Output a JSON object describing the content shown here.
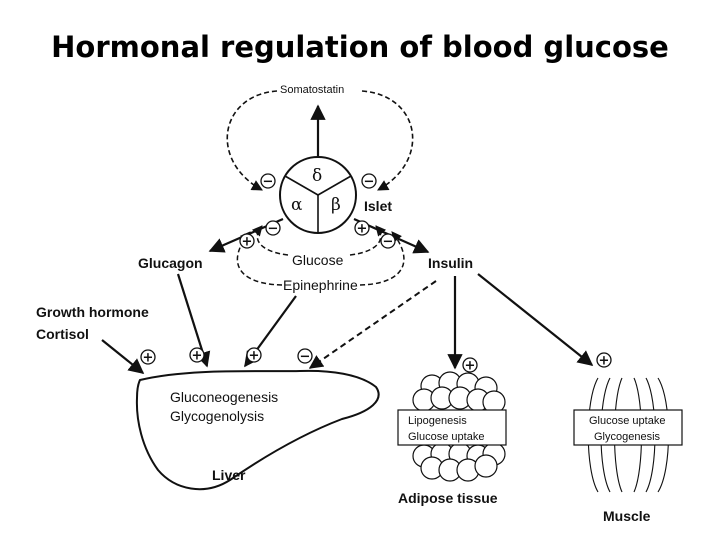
{
  "title": "Hormonal regulation of blood glucose",
  "islet": {
    "label": "Islet",
    "delta": "δ",
    "alpha": "α",
    "beta": "β"
  },
  "somatostatin": "Somatostatin",
  "glucagon": "Glucagon",
  "insulin": "Insulin",
  "glucose": "Glucose",
  "epinephrine": "Epinephrine",
  "growth_hormone": "Growth hormone",
  "cortisol": "Cortisol",
  "liver": {
    "label": "Liver",
    "line1": "Gluconeogenesis",
    "line2": "Glycogenolysis"
  },
  "adipose": {
    "label": "Adipose tissue",
    "line1": "Lipogenesis",
    "line2": "Glucose uptake"
  },
  "muscle": {
    "label": "Muscle",
    "line1": "Glucose uptake",
    "line2": "Glycogenesis"
  },
  "signs": {
    "plus": "+",
    "minus": "−"
  }
}
